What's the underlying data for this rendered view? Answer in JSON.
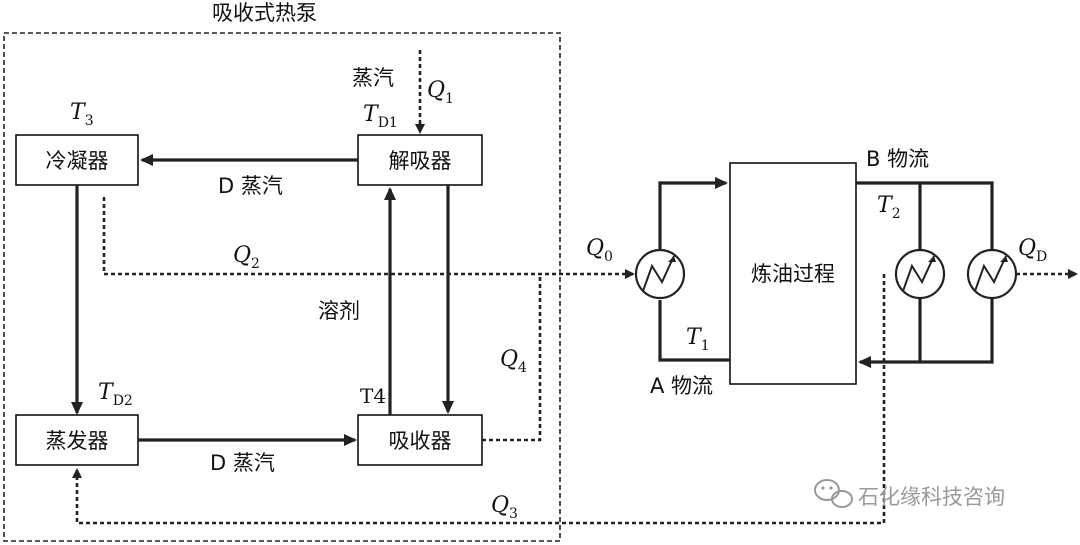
{
  "title": "吸收式热泵",
  "blocks": {
    "condenser": "冷凝器",
    "desorber": "解吸器",
    "evaporator": "蒸发器",
    "absorber": "吸收器",
    "refining": "炼油过程"
  },
  "labels": {
    "steam": "蒸汽",
    "d_steam_top": "D 蒸汽",
    "d_steam_bottom": "D 蒸汽",
    "solvent": "溶剂",
    "stream_a": "A 物流",
    "stream_b": "B 物流",
    "t4": "T4"
  },
  "vars": {
    "t3": "T",
    "t3_sub": "3",
    "td1": "T",
    "td1_sub": "D1",
    "td2": "T",
    "td2_sub": "D2",
    "t1": "T",
    "t1_sub": "1",
    "t2": "T",
    "t2_sub": "2",
    "q1": "Q",
    "q1_sub": "1",
    "q2": "Q",
    "q2_sub": "2",
    "q3": "Q",
    "q3_sub": "3",
    "q4": "Q",
    "q4_sub": "4",
    "q0": "Q",
    "q0_sub": "0",
    "qd": "Q",
    "qd_sub": "D"
  },
  "watermark": "石化缘科技咨询"
}
